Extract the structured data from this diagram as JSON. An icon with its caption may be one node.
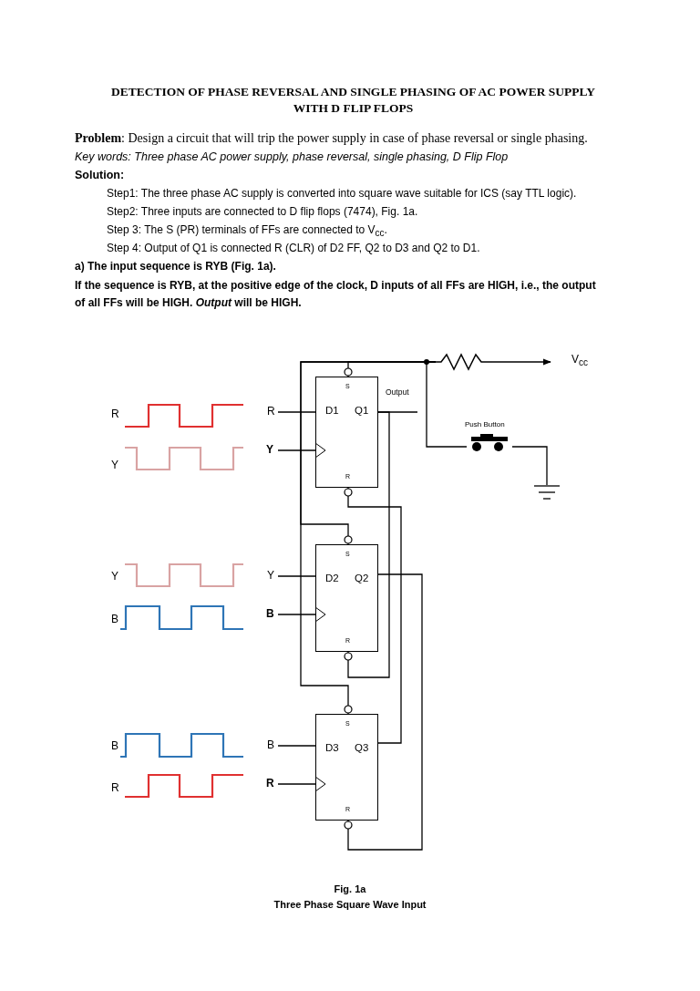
{
  "diagram": {
    "title": "DETECTION OF PHASE REVERSAL AND SINGLE PHASING OF AC POWER SUPPLY WITH D FLIP FLOPS",
    "caption": "Three Phase Square Wave Input",
    "nodes": [
      {
        "text": [
          "S",
          "D1",
          "Q1",
          "R"
        ]
      },
      {
        "text": [
          "S",
          "D2",
          "Q2",
          "R"
        ]
      },
      {
        "text": [
          "S",
          "D3",
          "Q3",
          "R"
        ]
      },
      {
        "text": [
          "R"
        ]
      },
      {
        "text": [
          "Y"
        ]
      },
      {
        "text": [
          "Y"
        ]
      },
      {
        "text": [
          "B"
        ]
      },
      {
        "text": [
          "B"
        ]
      },
      {
        "text": [
          "R"
        ]
      },
      {
        "text": [],
        "shape": "resistor"
      },
      {
        "text": [
          "V$_{cc}$"
        ]
      },
      {
        "text": [
          "Push Button"
        ]
      },
      {
        "text": [],
        "shape": "ground"
      }
    ],
    "edges": [
      {
        "from": 3,
        "to": 0,
        "arrow": "none"
      },
      {
        "from": 4,
        "to": 0,
        "arrow": "to"
      },
      {
        "from": 5,
        "to": 1,
        "arrow": "none"
      },
      {
        "from": 6,
        "to": 1,
        "arrow": "to"
      },
      {
        "from": 7,
        "to": 2,
        "arrow": "none"
      },
      {
        "from": 8,
        "to": 2,
        "arrow": "to"
      },
      {
        "from": 0,
        "to": null,
        "arrow": "none",
        "label": "Output"
      },
      {
        "from": 0,
        "to": 1,
        "arrow": "other"
      },
      {
        "from": 1,
        "to": 2,
        "arrow": "other"
      },
      {
        "from": 2,
        "to": 0,
        "arrow": "other"
      },
      {
        "from": 9,
        "to": 0,
        "arrow": "other"
      },
      {
        "from": 9,
        "to": 1,
        "arrow": "other"
      },
      {
        "from": 9,
        "to": 2,
        "arrow": "other"
      },
      {
        "from": 9,
        "to": 10,
        "arrow": "to"
      },
      {
        "from": 9,
        "to": 11,
        "arrow": "none"
      },
      {
        "from": 11,
        "to": 12,
        "arrow": "none"
      }
    ],
    "labels": [
      "**Problem**: Design a circuit that will trip the power supply in case of phase reversal or single phasing.",
      "Key words: Three phase AC power supply, phase reversal, single phasing, D Flip Flop",
      "Solution:",
      "Step1: The three phase AC supply is converted into square wave suitable for ICS (say TTL logic).",
      "Step2: Three inputs are connected to D flip flops (7474), Fig. 1a.",
      "Step 3: The S (PR) terminals of FFs are connected to V$_{cc}$.",
      "Step 4: Output of Q1 is connected R (CLR) of D2 FF, Q2 to D3 and Q2 to D1.",
      "a) The input sequence is RYB (Fig. 1a).",
      "If the sequence is RYB, at the positive edge of the clock, D inputs of all FFs are HIGH, i.e., the output of all FFs will be HIGH. *Output* will be HIGH.",
      "R",
      "Y",
      "Y",
      "B",
      "B",
      "R",
      "Fig. 1a"
    ]
  }
}
